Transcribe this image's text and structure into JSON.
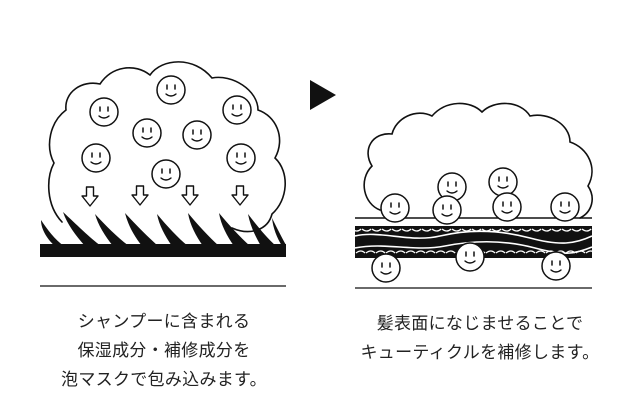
{
  "left_caption": {
    "line1": "シャンプーに含まれる",
    "line2": "保湿成分・補修成分を",
    "line3": "泡マスクで包み込みます。"
  },
  "right_caption": {
    "line1": "髪表面になじませることで",
    "line2": "キューティクルを補修します。"
  },
  "colors": {
    "ink": "#111111",
    "background": "#ffffff"
  },
  "icons": [
    "smiley-face-icon",
    "down-arrow-icon",
    "play-triangle-icon"
  ]
}
